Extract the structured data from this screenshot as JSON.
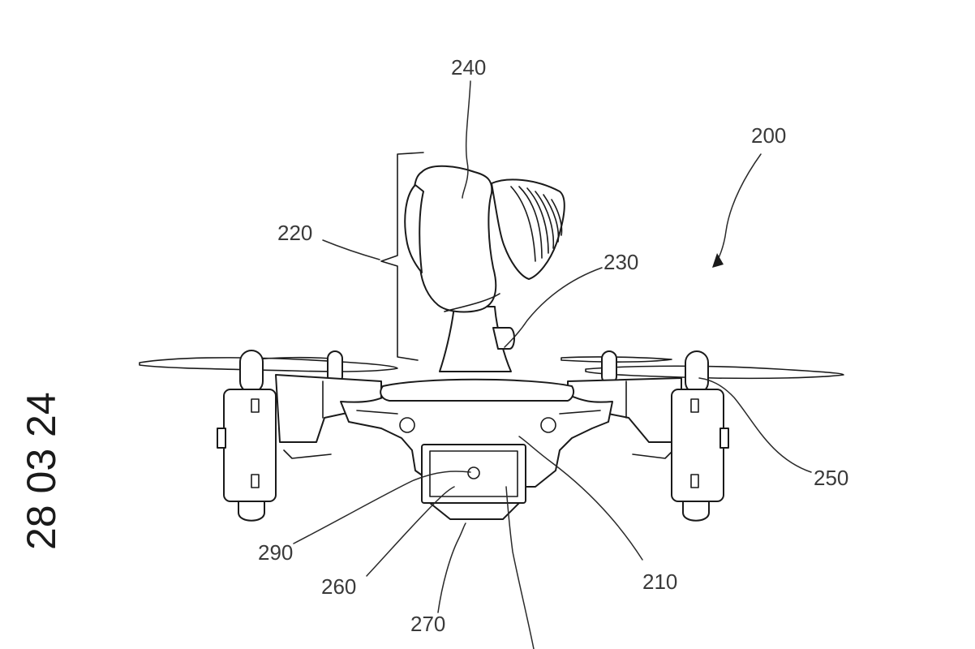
{
  "figure": {
    "date_stamp": "28 03 24",
    "reference_numerals": {
      "drone": "200",
      "body": "210",
      "figurine": "220",
      "mount": "230",
      "head": "240",
      "propeller_arm": "250",
      "camera_module": "260",
      "camera_base": "270",
      "camera_lens": "290"
    }
  }
}
